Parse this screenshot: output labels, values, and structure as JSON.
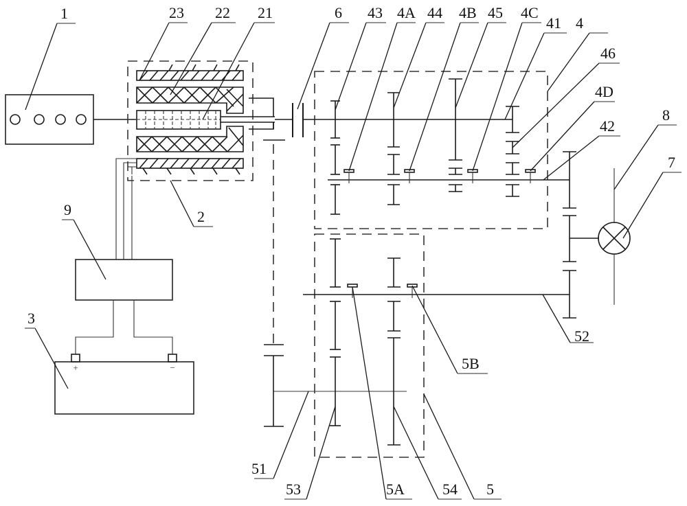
{
  "diagram": {
    "type": "patent-schematic",
    "subject": "hybrid powertrain transmission schematic",
    "labels": {
      "engine": "1",
      "motor": "2",
      "motor_rotor": "21",
      "motor_stator_winding": "22",
      "motor_housing": "23",
      "battery": "3",
      "first_gearbox": "4",
      "first_input_shaft": "41",
      "first_output_shaft": "42",
      "gear_43": "43",
      "gear_44": "44",
      "gear_45": "45",
      "gear_46": "46",
      "synchronizer_4A": "4A",
      "synchronizer_4B": "4B",
      "synchronizer_4C": "4C",
      "synchronizer_4D": "4D",
      "second_gearbox": "5",
      "second_input_shaft": "51",
      "second_output_shaft": "52",
      "gear_53": "53",
      "gear_54": "54",
      "synchronizer_5A": "5A",
      "synchronizer_5B": "5B",
      "clutch": "6",
      "differential": "7",
      "axle": "8",
      "inverter_controller": "9"
    },
    "battery_terminals": {
      "positive": "+",
      "negative": "−"
    },
    "colors": {
      "line": "#1a1a1a",
      "background": "#ffffff"
    }
  }
}
